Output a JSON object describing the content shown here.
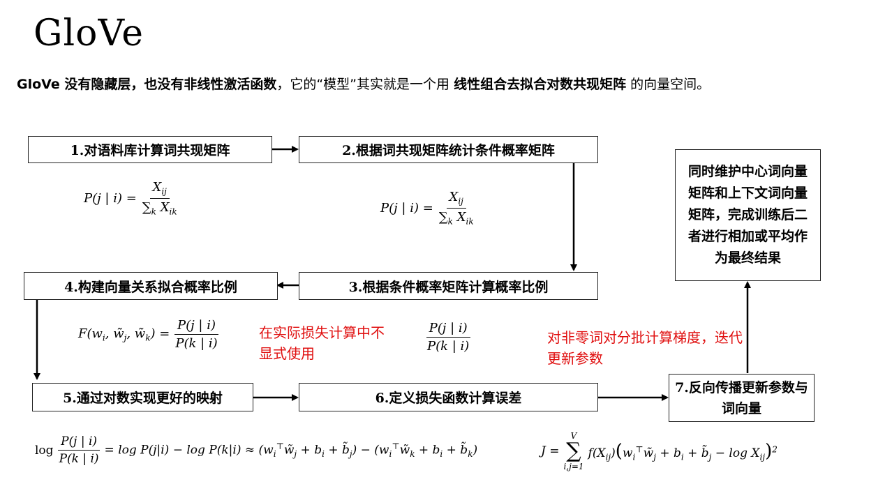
{
  "title": "GloVe",
  "subtitle": {
    "part1": "GloVe 没有隐藏层，也没有非线性激活函数",
    "part2": "，它的“模型”其实就是一个用 ",
    "part3": "线性组合去拟合对数共现矩阵",
    "part4": " 的向量空间。"
  },
  "steps": {
    "s1": "1.对语料库计算词共现矩阵",
    "s2": "2.根据词共现矩阵统计条件概率矩阵",
    "s3": "3.根据条件概率矩阵计算概率比例",
    "s4": "4.构建向量关系拟合概率比例",
    "s5": "5.通过对数实现更好的映射",
    "s6": "6.定义损失函数计算误差",
    "s7": "7.反向传播更新参数与词向量",
    "s8": "同时维护中心词向量矩阵和上下文词向量矩阵，完成训练后二者进行相加或平均作为最终结果"
  },
  "notes": {
    "n1": "在实际损失计算中不显式使用",
    "n2": "对非零词对分批计算梯度，迭代更新参数"
  },
  "formulas": {
    "cond_lhs": "P(j | i) =",
    "cond_num": "X",
    "cond_num_sub": "ij",
    "cond_den": "∑",
    "cond_den_sub": "k",
    "cond_den_x": "X",
    "cond_den_x_sub": "ik",
    "F_lhs": "F(w",
    "ratio_num": "P(j | i)",
    "ratio_den": "P(k | i)",
    "log_rhs": "= log P(j|i) − log P(k|i) ≈ (w",
    "J_lhs": "J =",
    "J_upper": "V",
    "J_lower": "i,j=1",
    "J_body": "f(X"
  },
  "colors": {
    "accent_red": "#e01010",
    "border": "#222222"
  }
}
